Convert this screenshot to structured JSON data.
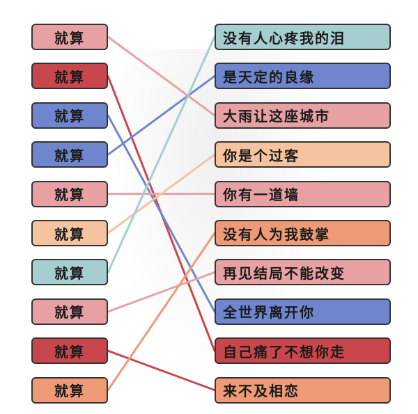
{
  "left_items": [
    {
      "label": "就算",
      "color": "pink"
    },
    {
      "label": "就算",
      "color": "red"
    },
    {
      "label": "就算",
      "color": "blue"
    },
    {
      "label": "就算",
      "color": "blue"
    },
    {
      "label": "就算",
      "color": "pink"
    },
    {
      "label": "就算",
      "color": "peach"
    },
    {
      "label": "就算",
      "color": "teal"
    },
    {
      "label": "就算",
      "color": "pink"
    },
    {
      "label": "就算",
      "color": "red"
    },
    {
      "label": "就算",
      "color": "orange"
    }
  ],
  "right_items": [
    {
      "label": "没有人心疼我的泪",
      "color": "teal"
    },
    {
      "label": "是天定的良缘",
      "color": "blue"
    },
    {
      "label": "大雨让这座城市",
      "color": "pink"
    },
    {
      "label": "你是个过客",
      "color": "peach"
    },
    {
      "label": "你有一道墙",
      "color": "pink"
    },
    {
      "label": "没有人为我鼓掌",
      "color": "orange"
    },
    {
      "label": "再见结局不能改变",
      "color": "pink"
    },
    {
      "label": "全世界离开你",
      "color": "blue"
    },
    {
      "label": "自己痛了不想你走",
      "color": "red"
    },
    {
      "label": "来不及相恋",
      "color": "orange"
    }
  ],
  "connections": [
    {
      "from": 0,
      "to": 2,
      "color": "#e8a1a3"
    },
    {
      "from": 1,
      "to": 8,
      "color": "#c9474c"
    },
    {
      "from": 2,
      "to": 7,
      "color": "#6f86cf"
    },
    {
      "from": 3,
      "to": 1,
      "color": "#6f86cf"
    },
    {
      "from": 4,
      "to": 4,
      "color": "#e8a1a3"
    },
    {
      "from": 5,
      "to": 3,
      "color": "#f5c3a0"
    },
    {
      "from": 6,
      "to": 0,
      "color": "#a6cdd0"
    },
    {
      "from": 7,
      "to": 6,
      "color": "#e8a1a3"
    },
    {
      "from": 8,
      "to": 9,
      "color": "#c9474c"
    },
    {
      "from": 9,
      "to": 5,
      "color": "#ee9a77"
    }
  ],
  "palette": {
    "pink": "#e8a1a3",
    "red": "#c9474c",
    "blue": "#6f86cf",
    "peach": "#f5c3a0",
    "teal": "#a6cdd0",
    "orange": "#ee9a77"
  }
}
